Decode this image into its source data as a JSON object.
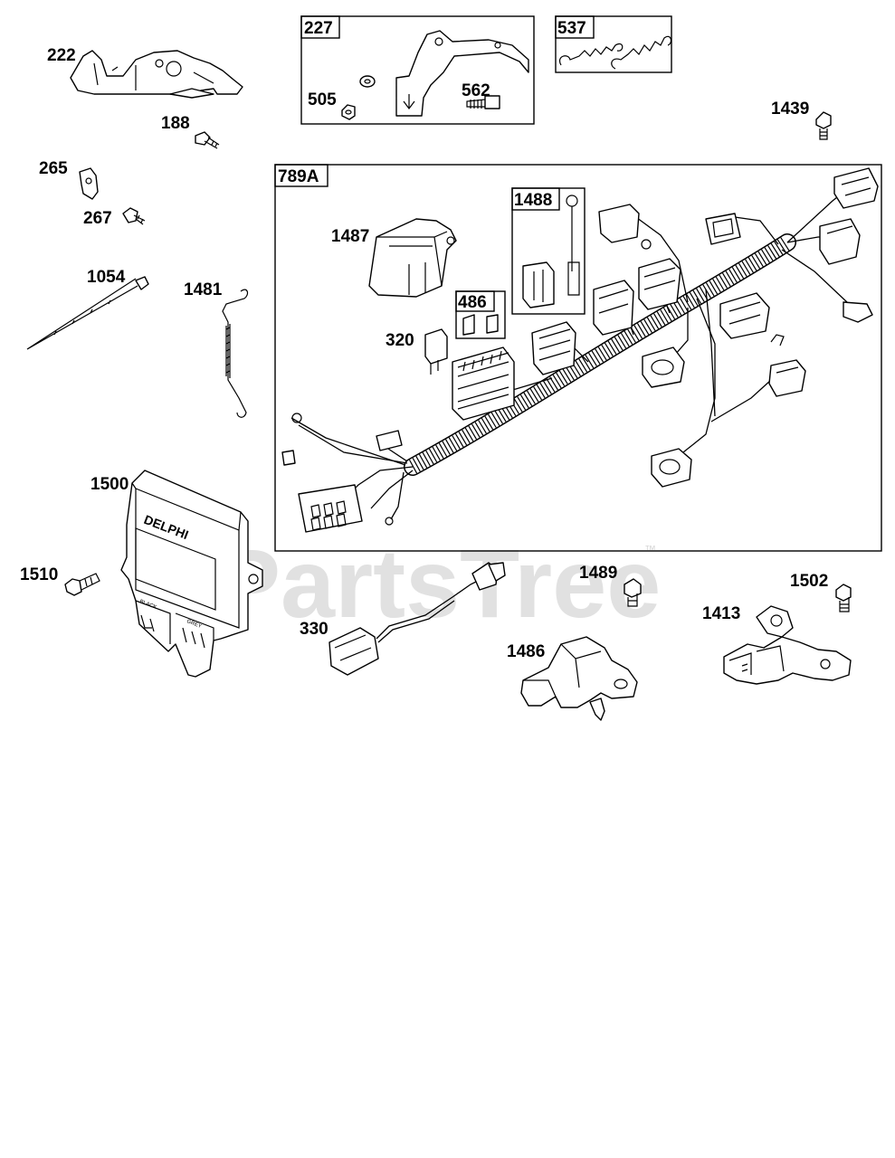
{
  "diagram": {
    "watermark": "PartsTree",
    "watermark_mark": "™",
    "ecu_brand": "DELPHI",
    "ecu_port_labels": [
      "BLACK",
      "GREY"
    ],
    "callouts": {
      "c222": "222",
      "c188": "188",
      "c227": "227",
      "c505": "505",
      "c562": "562",
      "c537": "537",
      "c1439": "1439",
      "c265": "265",
      "c267": "267",
      "c789a": "789A",
      "c1054": "1054",
      "c1481": "1481",
      "c1487": "1487",
      "c1488": "1488",
      "c486": "486",
      "c320": "320",
      "c1500": "1500",
      "c1510": "1510",
      "c330": "330",
      "c1489": "1489",
      "c1486": "1486",
      "c1502": "1502",
      "c1413": "1413"
    }
  }
}
